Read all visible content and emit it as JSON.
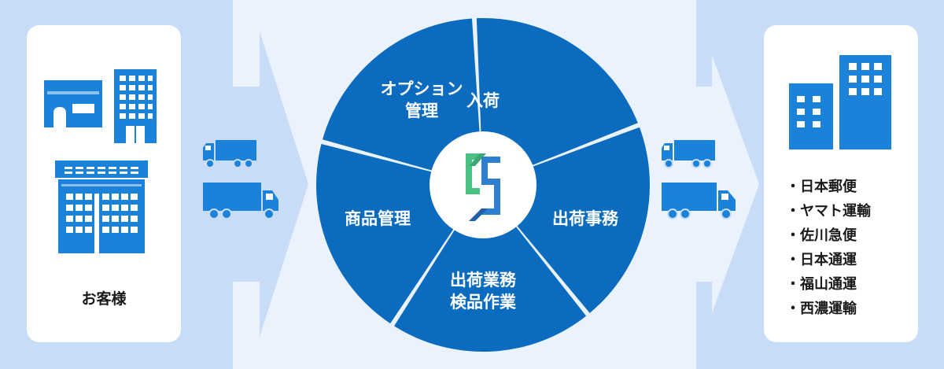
{
  "customer": {
    "label": "お客様"
  },
  "segments": [
    {
      "lines": [
        "オプション",
        "管理"
      ]
    },
    {
      "lines": [
        "入荷"
      ]
    },
    {
      "lines": [
        "出荷事務"
      ]
    },
    {
      "lines": [
        "出荷業務",
        "検品作業"
      ]
    },
    {
      "lines": [
        "商品管理"
      ]
    }
  ],
  "carriers": [
    "・日本郵便",
    "・ヤマト運輸",
    "・佐川急便",
    "・日本通運",
    "・福山通運",
    "・西濃運輸"
  ],
  "colors": {
    "background": "#c8dcf7",
    "center_band": "#eaf3fd",
    "wheel_blue": "#0b6bbf",
    "icon_blue": "#1a82d8",
    "arrow": "#eaf3fd",
    "logo_green": "#49c283",
    "logo_blue": "#2f7fd1"
  },
  "icons": [
    "store-icon",
    "office-building-icon",
    "warehouse-icon",
    "truck-icon",
    "logo-icon",
    "building-icon"
  ]
}
